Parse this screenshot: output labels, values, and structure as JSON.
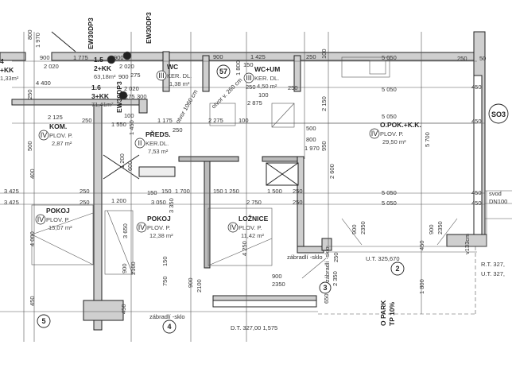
{
  "drawing": {
    "apartments": [
      {
        "number": "4",
        "type": "+KK",
        "area": "1,33m²"
      },
      {
        "number": "1.5",
        "type": "2+KK",
        "area": "63,18m²"
      },
      {
        "number": "1.6",
        "type": "3+KK",
        "area": "71,41m²"
      }
    ],
    "rooms": [
      {
        "id": "wc",
        "class": "III",
        "name": "WC",
        "floor": "KER. DL.",
        "area": "1,38 m²"
      },
      {
        "id": "wc-um",
        "class": "III",
        "name": "WC+UM",
        "floor": "KER. DL.",
        "area": "4,50 m²"
      },
      {
        "id": "living-kitchen",
        "class": "IV",
        "name": "O.POK.+K.K.",
        "floor": "PLOV. P.",
        "area": "29,50 m²"
      },
      {
        "id": "storage",
        "class": "IV",
        "name": "KOM.",
        "floor": "PLOV. P.",
        "area": "2,87 m²"
      },
      {
        "id": "hall",
        "class": "II",
        "name": "PŘEDS.",
        "floor": "KER.DL.",
        "area": "7,53 m²"
      },
      {
        "id": "room-1",
        "class": "IV",
        "name": "POKOJ",
        "floor": "PLOV. P.",
        "area": "15,07 m²"
      },
      {
        "id": "room-2",
        "class": "IV",
        "name": "POKOJ",
        "floor": "PLOV. P.",
        "area": "12,38 m²"
      },
      {
        "id": "bedroom",
        "class": "IV",
        "name": "LOŽNICE",
        "floor": "PLOV. P.",
        "area": "11,42 m²"
      }
    ],
    "markers": {
      "m57": "57",
      "so3": "SO3",
      "c2": "2",
      "c3": "3",
      "c4": "4",
      "c5": "5"
    },
    "risers": [
      "EW30DP3",
      "EW30DP3",
      "EW30DP3"
    ],
    "notes": {
      "ut": "U.T. 325,670",
      "railing1": "zábradlí -sklo",
      "railing2": "zábradlí -sklo",
      "railing3": "zábradlí -sklo",
      "rt": "R.T.  327,",
      "ut2": "U.T.  327,",
      "svod": "svod",
      "dn": "DN100",
      "park": "O PARK",
      "tp": "TP 10%",
      "opening1": "otvor 1060 cm",
      "opening2": "otvor v. 260 cm",
      "v133": "v133cm",
      "dt": "D.T.  327,00    1,575"
    },
    "dimensions": [
      "800",
      "1 970",
      "900",
      "2 020",
      "1 775",
      "900",
      "2 020",
      "500",
      "4 400",
      "900",
      "2 020",
      "250",
      "275",
      "275",
      "300",
      "900",
      "1 425",
      "100",
      "250",
      "250",
      "150",
      "1 800",
      "2 875",
      "250",
      "5 050",
      "5 050",
      "5 050",
      "5 050",
      "5 050",
      "250",
      "100",
      "2 150",
      "950",
      "5 700",
      "450",
      "450",
      "450",
      "450",
      "50",
      "2 125",
      "250",
      "1 550",
      "100",
      "1 175",
      "250",
      "2 275",
      "100",
      "500",
      "800",
      "1 970",
      "1 200",
      "1 450",
      "400",
      "600",
      "150",
      "3 425",
      "3 425",
      "250",
      "250",
      "1 200",
      "150",
      "1 700",
      "3 050",
      "150",
      "1 250",
      "1 500",
      "250",
      "2 750",
      "250",
      "2 600",
      "4 000",
      "3 650",
      "900",
      "2100",
      "3 350",
      "4 250",
      "150",
      "750",
      "900",
      "2100",
      "900",
      "2350",
      "900",
      "2350",
      "900",
      "2350",
      "450",
      "1 800",
      "250",
      "650",
      "450",
      "450",
      "2 350"
    ]
  }
}
